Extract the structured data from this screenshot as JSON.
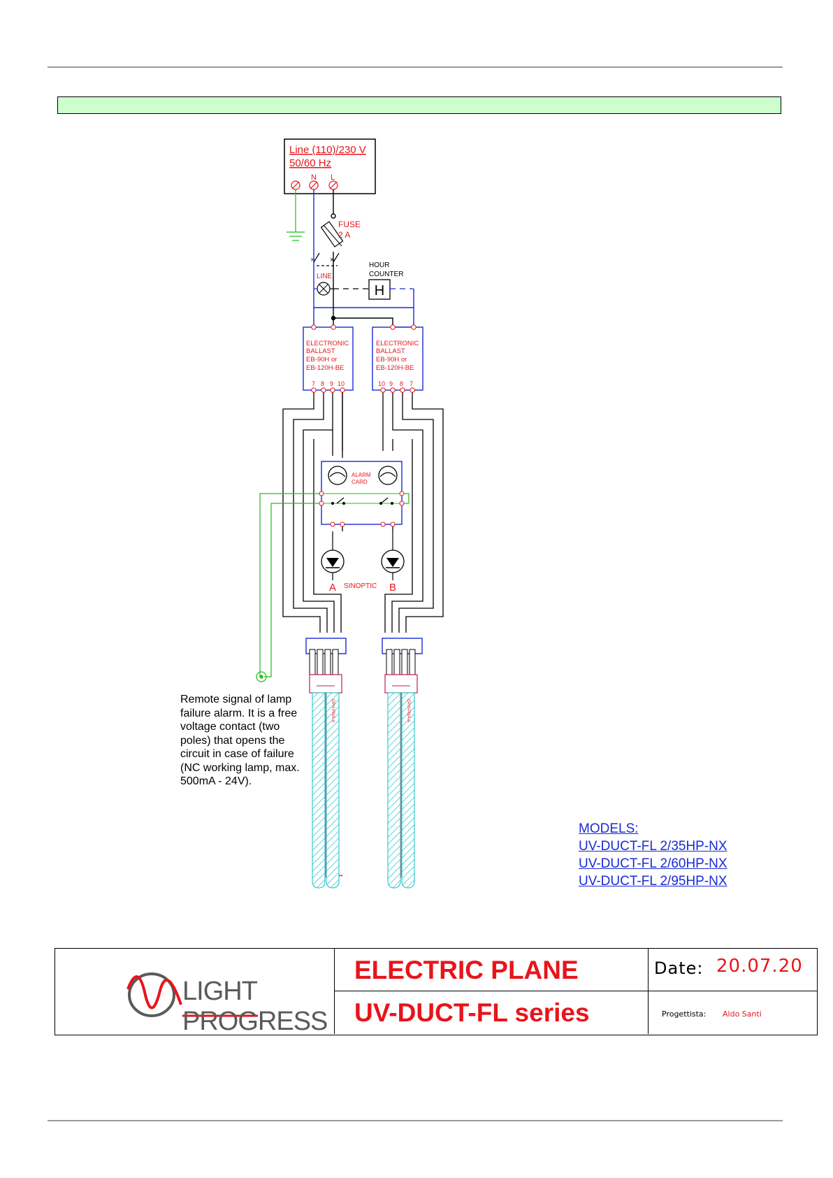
{
  "supply": {
    "line1": "Line (110)/230 V",
    "line2": "50/60 Hz",
    "n": "N",
    "l": "L"
  },
  "fuse": {
    "label": "FUSE",
    "rating": "2 A"
  },
  "line_lamp": "LINE",
  "hour_counter": {
    "line1": "HOUR",
    "line2": "COUNTER",
    "symbol": "H"
  },
  "ballast_left": {
    "l1": "ELECTRONIC",
    "l2": "BALLAST",
    "l3": "EB-90H or",
    "l4": "EB-120H-BE",
    "terminals": [
      "7",
      "8",
      "9",
      "10"
    ]
  },
  "ballast_right": {
    "l1": "ELECTRONIC",
    "l2": "BALLAST",
    "l3": "EB-90H or",
    "l4": "EB-120H-BE",
    "terminals": [
      "10",
      "9",
      "8",
      "7"
    ]
  },
  "alarm_card": {
    "l1": "ALARM",
    "l2": "CARD"
  },
  "sinoptic": {
    "label": "SINOPTIC",
    "a": "A",
    "b": "B"
  },
  "lamp_code": "GPH-PNA-A",
  "remote_note": "Remote signal of lamp failure alarm. It is a free voltage contact (two poles) that opens the circuit in case of failure (NC working lamp, max. 500mA - 24V).",
  "models": {
    "heading": "MODELS:",
    "items": [
      "UV-DUCT-FL 2/35HP-NX",
      "UV-DUCT-FL 2/60HP-NX",
      "UV-DUCT-FL 2/95HP-NX"
    ]
  },
  "title_block": {
    "brand": "LIGHT PROGRESS",
    "title": "ELECTRIC PLANE",
    "subtitle": "UV-DUCT-FL series",
    "date_label": "Date:",
    "date": "20.07.20",
    "designer_label": "Progettista:",
    "designer": "Aldo Santi"
  },
  "colors": {
    "wire_blue": "#1a2bd6",
    "wire_green": "#1fbf1f",
    "label_red": "#e8141a",
    "band_green": "#ccffcc",
    "lamp_cyan": "#38c8d0"
  }
}
